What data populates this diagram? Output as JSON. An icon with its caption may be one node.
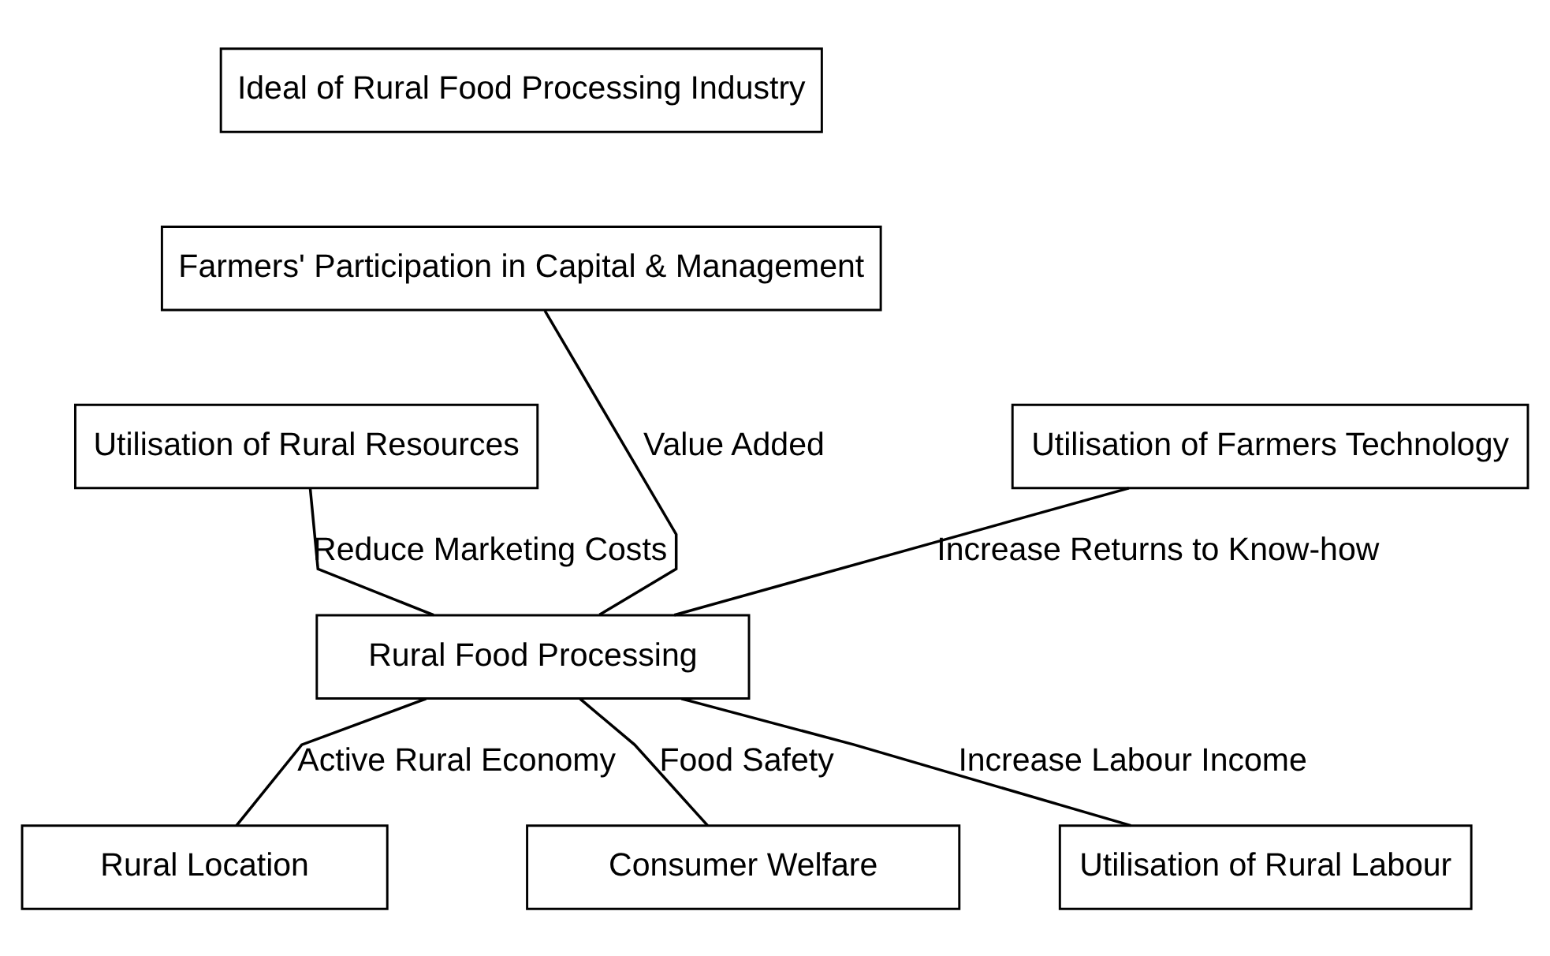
{
  "diagram": {
    "nodes": [
      {
        "text": [
          "Ideal of Rural Food Processing Industry"
        ]
      },
      {
        "text": [
          "Farmers' Participation in Capital & Management"
        ]
      },
      {
        "text": [
          "Utilisation of Rural Resources"
        ]
      },
      {
        "text": [
          "Utilisation of Farmers Technology"
        ]
      },
      {
        "text": [
          "Rural Food Processing"
        ]
      },
      {
        "text": [
          "Rural Location"
        ]
      },
      {
        "text": [
          "Consumer Welfare"
        ]
      },
      {
        "text": [
          "Utilisation of Rural Labour"
        ]
      }
    ],
    "edges": [
      {
        "from": 1,
        "to": 4,
        "arrow": "none",
        "label": "Value Added"
      },
      {
        "from": 2,
        "to": 4,
        "arrow": "none",
        "label": "Reduce Marketing Costs"
      },
      {
        "from": 3,
        "to": 4,
        "arrow": "none",
        "label": "Increase Returns to Know-how"
      },
      {
        "from": 4,
        "to": 5,
        "arrow": "none",
        "label": "Active Rural Economy"
      },
      {
        "from": 4,
        "to": 6,
        "arrow": "none",
        "label": "Food Safety"
      },
      {
        "from": 4,
        "to": 7,
        "arrow": "none",
        "label": "Increase Labour Income"
      }
    ]
  }
}
